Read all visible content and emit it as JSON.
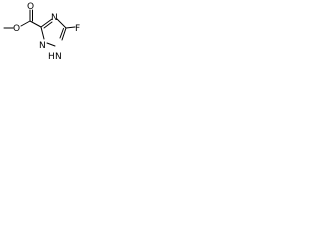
{
  "structure": {
    "atoms": {
      "o_carbonyl": "O",
      "o_ester": "O",
      "n_top": "N",
      "n_bottom_left": "N",
      "nh": "H",
      "nh_n": "N",
      "fluorine": "F"
    }
  }
}
